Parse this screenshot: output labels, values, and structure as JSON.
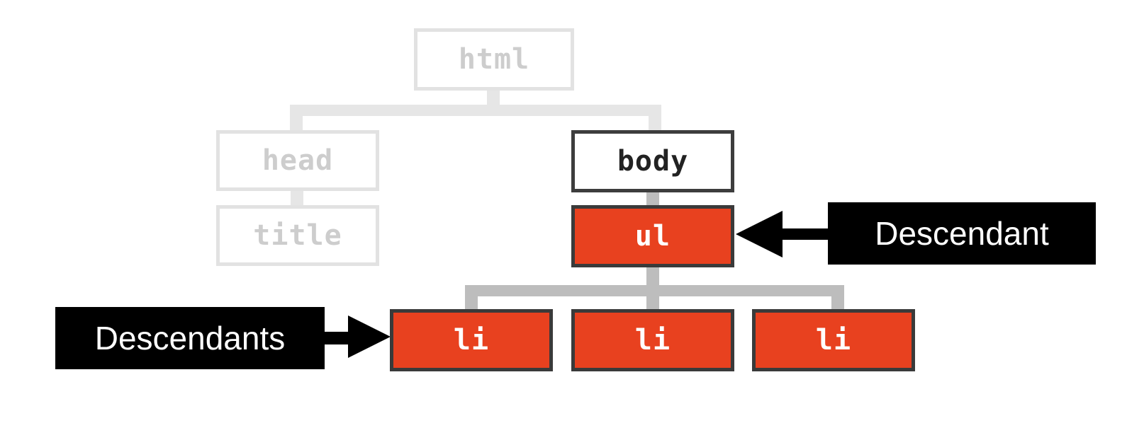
{
  "colors": {
    "faded_border": "#e2e2e2",
    "faded_text": "#cdcdcd",
    "faded_connector": "#e6e6e6",
    "active_connector": "#bdbdbd",
    "highlight_fill": "#e8411f",
    "callout_fill": "#000000"
  },
  "nodes": {
    "html": "html",
    "head": "head",
    "title": "title",
    "body": "body",
    "ul": "ul",
    "li_1": "li",
    "li_2": "li",
    "li_3": "li"
  },
  "callouts": {
    "descendant": "Descendant",
    "descendants": "Descendants"
  }
}
